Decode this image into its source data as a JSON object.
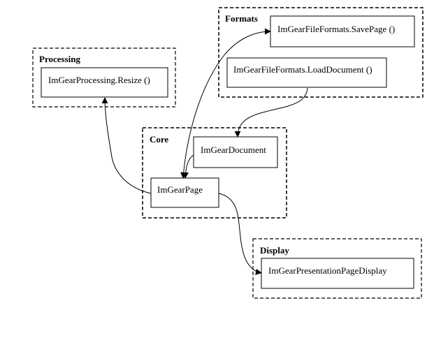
{
  "clusters": {
    "formats": "Formats",
    "processing": "Processing",
    "core": "Core",
    "display": "Display"
  },
  "nodes": {
    "save_page": "ImGearFileFormats.SavePage ()",
    "load_document": "ImGearFileFormats.LoadDocument ()",
    "resize": "ImGearProcessing.Resize ()",
    "document": "ImGearDocument",
    "page": "ImGearPage",
    "presentation": "ImGearPresentationPageDisplay"
  },
  "edges": [
    {
      "from": "load_document",
      "to": "document"
    },
    {
      "from": "document",
      "to": "page"
    },
    {
      "from": "page",
      "to": "save_page"
    },
    {
      "from": "page",
      "to": "resize"
    },
    {
      "from": "page",
      "to": "presentation"
    }
  ],
  "colors": {
    "stroke": "#000000",
    "background": "#ffffff"
  }
}
